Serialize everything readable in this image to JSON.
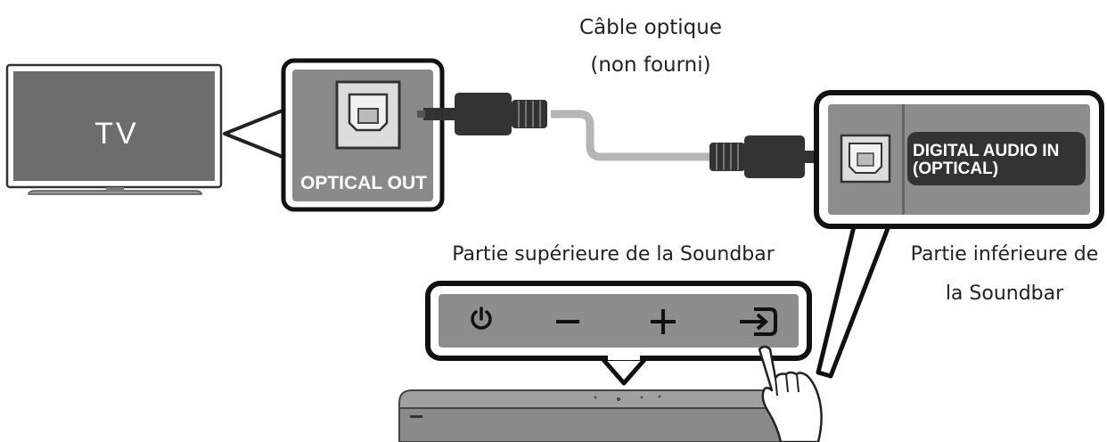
{
  "tv": {
    "label": "TV"
  },
  "tv_port": {
    "label": "OPTICAL OUT"
  },
  "cable": {
    "line1": "Câble optique",
    "line2": "(non fourni)"
  },
  "soundbar_port": {
    "line1": "DIGITAL AUDIO IN",
    "line2": "(OPTICAL)"
  },
  "labels": {
    "top": "Partie supérieure de la Soundbar",
    "bottom_line1": "Partie inférieure de",
    "bottom_line2": "la Soundbar"
  },
  "panel_buttons": {
    "power_glyph": "⏻",
    "minus_glyph": "−",
    "plus_glyph": "+",
    "source_glyph": "⇥"
  },
  "colors": {
    "tv_screen": "#6d6d6d",
    "panel": "#8d8d8d",
    "dark": "#333333",
    "cable": "#b3b3b3",
    "soundbar": "#8a8a8a"
  }
}
